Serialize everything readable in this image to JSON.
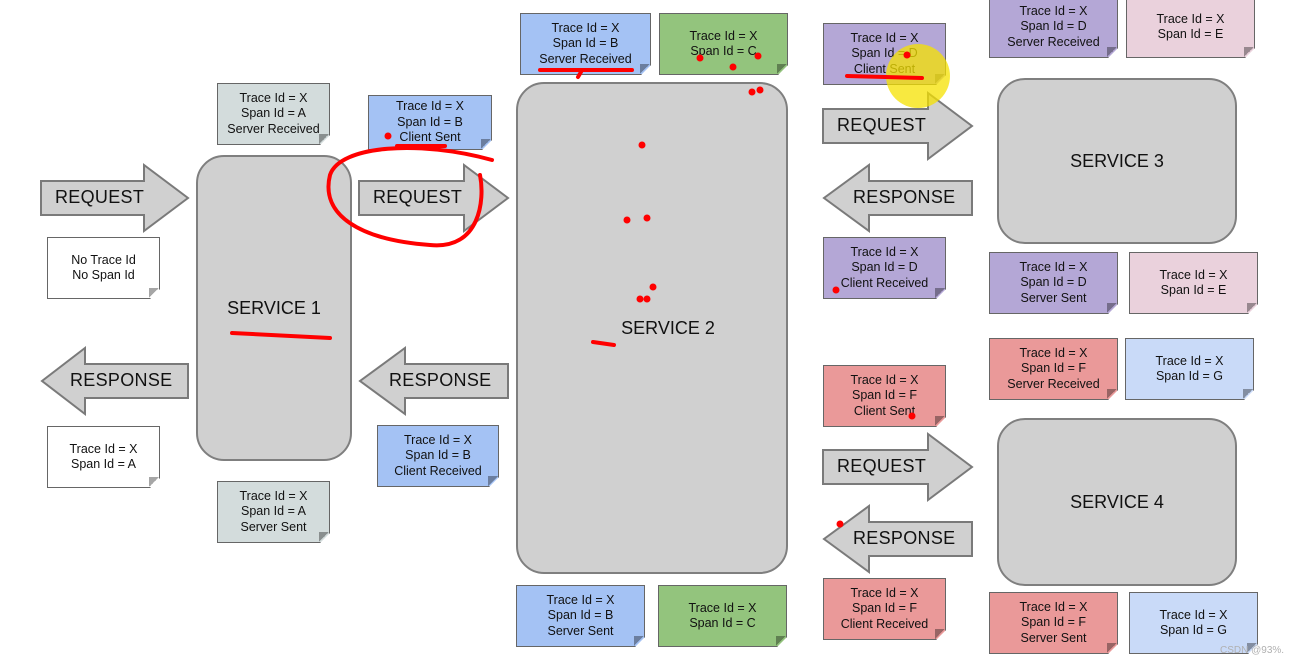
{
  "services": {
    "s1": "SERVICE 1",
    "s2": "SERVICE 2",
    "s3": "SERVICE 3",
    "s4": "SERVICE 4"
  },
  "arrows": {
    "request": "REQUEST",
    "response": "RESPONSE"
  },
  "notes": {
    "no_trace": [
      "No Trace Id",
      "No Span Id"
    ],
    "s1_sr": [
      "Trace Id = X",
      "Span Id = A",
      "Server Received"
    ],
    "s1_ss": [
      "Trace Id = X",
      "Span Id = A",
      "Server Sent"
    ],
    "s1_resp": [
      "Trace Id = X",
      "Span Id = A"
    ],
    "b_cs": [
      "Trace Id = X",
      "Span Id = B",
      "Client Sent"
    ],
    "b_cr": [
      "Trace Id = X",
      "Span Id = B",
      "Client Received"
    ],
    "b_sr": [
      "Trace Id = X",
      "Span Id = B",
      "Server Received"
    ],
    "b_ss": [
      "Trace Id = X",
      "Span Id = B",
      "Server Sent"
    ],
    "c_top": [
      "Trace Id = X",
      "Span Id = C"
    ],
    "c_bottom": [
      "Trace Id = X",
      "Span Id = C"
    ],
    "d_cs": [
      "Trace Id = X",
      "Span Id = D",
      "Client Sent"
    ],
    "d_cr": [
      "Trace Id = X",
      "Span Id = D",
      "Client Received"
    ],
    "d_sr": [
      "Trace Id = X",
      "Span Id = D",
      "Server Received"
    ],
    "d_ss": [
      "Trace Id = X",
      "Span Id = D",
      "Server Sent"
    ],
    "e_top": [
      "Trace Id = X",
      "Span Id = E"
    ],
    "e_bottom": [
      "Trace Id = X",
      "Span Id = E"
    ],
    "f_cs": [
      "Trace Id = X",
      "Span Id = F",
      "Client Sent"
    ],
    "f_cr": [
      "Trace Id = X",
      "Span Id = F",
      "Client Received"
    ],
    "f_sr": [
      "Trace Id = X",
      "Span Id = F",
      "Server Received"
    ],
    "f_ss": [
      "Trace Id = X",
      "Span Id = F",
      "Server Sent"
    ],
    "g_top": [
      "Trace Id = X",
      "Span Id = G"
    ],
    "g_bottom": [
      "Trace Id = X",
      "Span Id = G"
    ]
  },
  "watermark": "CSDN @93%.",
  "colors": {
    "white": "#ffffff",
    "gray": "#d3dcdc",
    "blue": "#a4c2f4",
    "green": "#93c47d",
    "purple": "#b4a7d6",
    "pink": "#ead1dc",
    "red": "#ea9999",
    "lightblue": "#c9daf8",
    "service": "#d0d0d0",
    "arrow": "#d0d0d0",
    "annotation": "#ff0000",
    "highlight": "#f5e100"
  }
}
